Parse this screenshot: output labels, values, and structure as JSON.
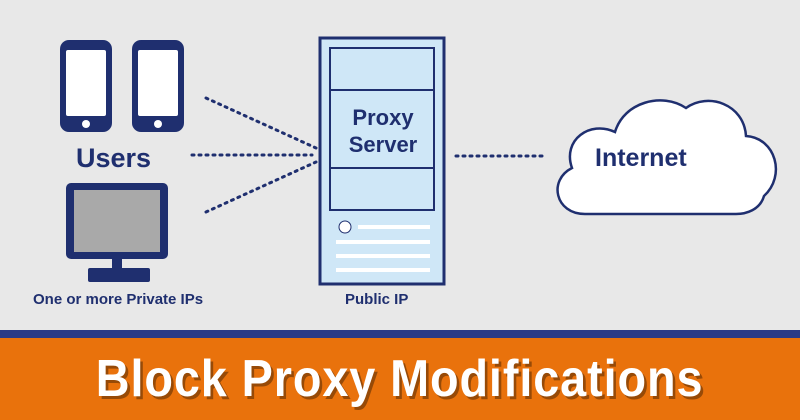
{
  "diagram": {
    "users_label": "Users",
    "private_ips_label": "One or more Private IPs",
    "proxy_server_label": "Proxy Server",
    "public_ip_label": "Public IP",
    "internet_label": "Internet"
  },
  "banner": {
    "title": "Block Proxy Modifications"
  },
  "colors": {
    "background": "#e8e8e8",
    "device_navy": "#1f2f6f",
    "server_fill": "#cfe7f7",
    "banner_orange": "#e9720c",
    "divider_blue": "#2b3b86"
  },
  "icons": [
    "smartphone-icon",
    "desktop-monitor-icon",
    "proxy-server-icon",
    "cloud-icon"
  ]
}
